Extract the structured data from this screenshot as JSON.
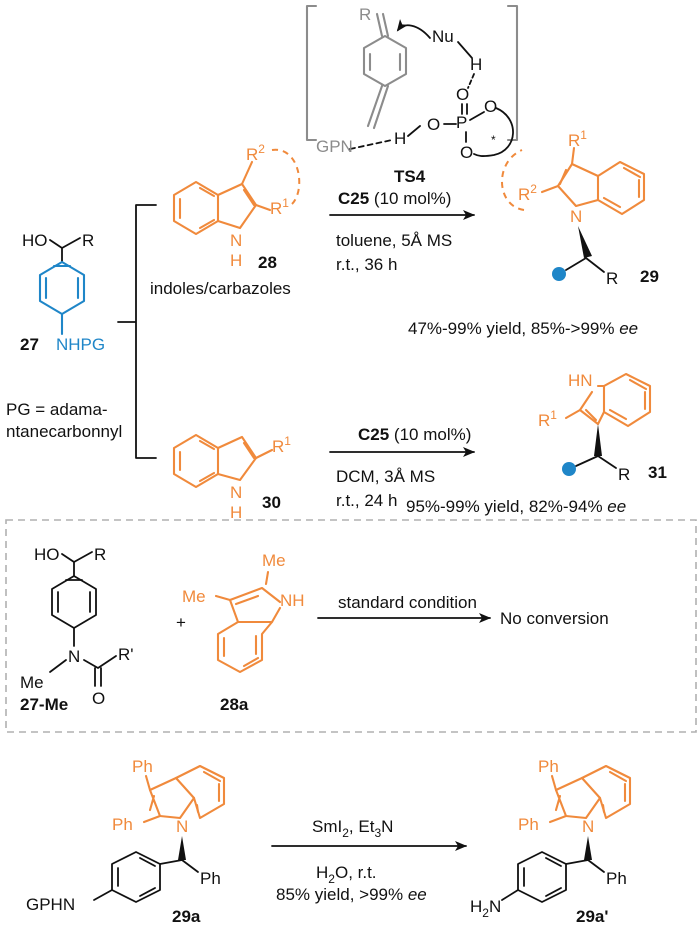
{
  "colors": {
    "accent": "#f08a3c",
    "substrate": "#1f86c8",
    "ts": "#8c8c8c",
    "text": "#111111"
  },
  "ts": {
    "r": "R",
    "nu": "Nu",
    "h1": "H",
    "o1": "O",
    "p": "P",
    "o2": "O",
    "o3": "O",
    "o4": "O",
    "gpn": "GPN",
    "h2": "H",
    "star": "*",
    "label": "TS4"
  },
  "start": {
    "ho": "HO",
    "r": "R",
    "nhpg": "NHPG",
    "label": "27",
    "pg_line1": "PG = adama-",
    "pg_line2": "ntanecarbonnyl"
  },
  "top": {
    "reactant": {
      "r2": "R",
      "r2_sup": "2",
      "r1": "R",
      "r1_sup": "1",
      "nh_n": "N",
      "nh_h": "H",
      "label": "28",
      "caption": "indoles/carbazoles"
    },
    "cond": {
      "cat": "C25",
      "loading": " (10 mol%)",
      "line2": "toluene, 5Å MS",
      "line3": "r.t., 36 h"
    },
    "product": {
      "r1": "R",
      "r1_sup": "1",
      "r2": "R",
      "r2_sup": "2",
      "n": "N",
      "r": "R",
      "label": "29"
    },
    "yield": "47%-99% yield, 85%->99% ",
    "ee": "ee"
  },
  "bottom": {
    "reactant": {
      "r1": "R",
      "r1_sup": "1",
      "nh_n": "N",
      "nh_h": "H",
      "label": "30"
    },
    "cond": {
      "cat": "C25",
      "loading": " (10 mol%)",
      "line2": "DCM, 3Å MS",
      "line3": "r.t., 24 h"
    },
    "product": {
      "hn": "HN",
      "r1": "R",
      "r1_sup": "1",
      "r": "R",
      "label": "31"
    },
    "yield": "95%-99% yield, 82%-94% ",
    "ee": "ee"
  },
  "control": {
    "ho": "HO",
    "r": "R",
    "me": "Me",
    "n": "N",
    "rp": "R'",
    "o": "O",
    "label1": "27-Me",
    "plus": "+",
    "me2": "Me",
    "me3": "Me",
    "nh": "NH",
    "label2": "28a",
    "condition": "standard condition",
    "result": "No conversion"
  },
  "deprot": {
    "ph1": "Ph",
    "ph2": "Ph",
    "n": "N",
    "ph3": "Ph",
    "gphn": "GPHN",
    "label1": "29a",
    "reagent": "SmI",
    "reagent_sub": "2",
    "reagent_b": ", Et",
    "reagent_sub2": "3",
    "reagent_c": "N",
    "c1": "H",
    "c1_sub": "2",
    "c1_b": "O, r.t.",
    "c2": "85% yield, >99% ",
    "c2_ee": "ee",
    "ph4": "Ph",
    "ph5": "Ph",
    "n2": "N",
    "ph6": "Ph",
    "h2n": "H",
    "h2n_sub": "2",
    "h2n_b": "N",
    "label2": "29a'"
  }
}
